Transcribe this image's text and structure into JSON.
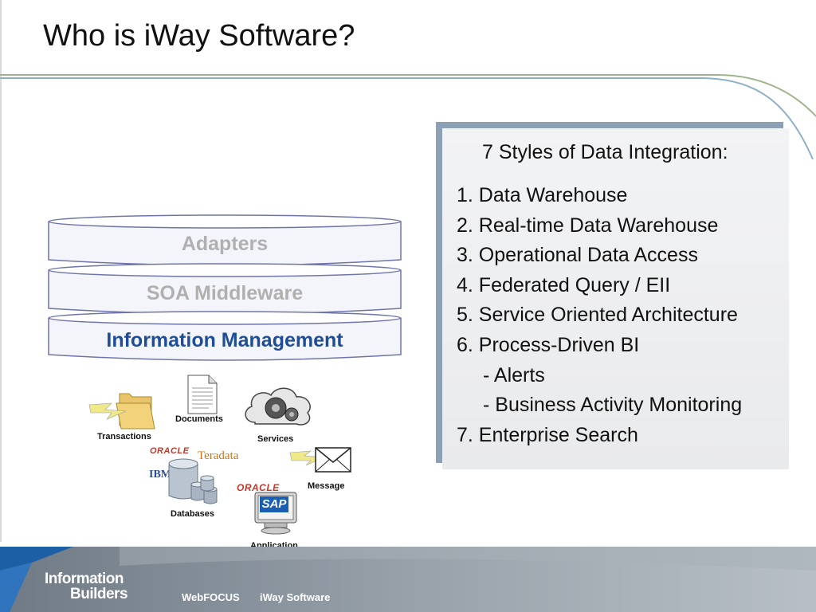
{
  "slide": {
    "title": "Who is iWay Software?"
  },
  "stack": {
    "layers": [
      {
        "label": "Adapters",
        "color": "#b0b0b0"
      },
      {
        "label": "SOA Middleware",
        "color": "#b0b0b0"
      },
      {
        "label": "Information Management",
        "color": "#1f4e96"
      }
    ]
  },
  "sources": {
    "transactions": "Transactions",
    "documents": "Documents",
    "services": "Services",
    "message": "Message",
    "databases": "Databases",
    "application": "Application"
  },
  "logos": {
    "oracle": "ORACLE",
    "teradata": "Teradata",
    "ibm": "IBM",
    "sap": "SAP"
  },
  "panel": {
    "heading": "7 Styles of Data Integration:",
    "items": [
      "1. Data Warehouse",
      "2. Real-time Data Warehouse",
      "3. Operational Data Access",
      "4. Federated Query / EII",
      "5. Service Oriented Architecture",
      "6. Process-Driven BI",
      "- Alerts",
      "- Business Activity Monitoring",
      "7. Enterprise Search"
    ]
  },
  "footer": {
    "brand_line1": "Information",
    "brand_line2": "Builders",
    "product1": "WebFOCUS",
    "product2": "iWay Software"
  },
  "colors": {
    "accent_blue": "#1f4e96",
    "footer_gray": "#8a939c",
    "footer_blue": "#1d5fa5"
  }
}
